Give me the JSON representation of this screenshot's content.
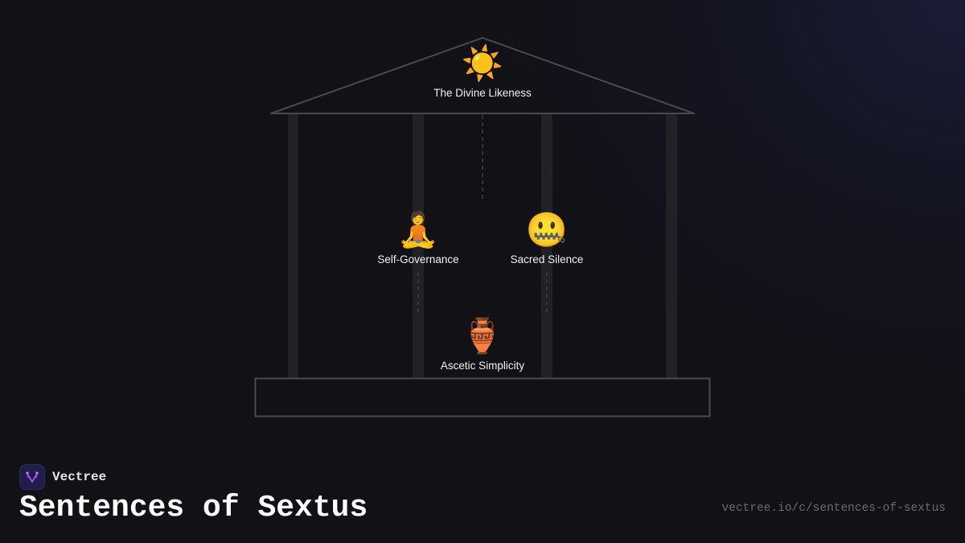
{
  "diagram": {
    "type": "temple",
    "colors": {
      "background": "#111116",
      "outline": "#4a4a4e",
      "column": "#222226",
      "dashed_connector": "#3c3c42",
      "label_text": "#f2f2f2"
    },
    "pediment": {
      "icon": "sun-icon",
      "emoji": "☀️",
      "label": "The Divine Likeness"
    },
    "pillars": [
      {
        "icon": "person-in-lotus-position-icon",
        "emoji": "🧘",
        "label": "Self-Governance"
      },
      {
        "icon": "zipper-mouth-face-icon",
        "emoji": "🤐",
        "label": "Sacred Silence"
      }
    ],
    "foundation": {
      "icon": "amphora-icon",
      "emoji": "🏺",
      "label": "Ascetic Simplicity"
    }
  },
  "brand": {
    "name": "Vectree",
    "logo_icon": "vectree-logo-icon",
    "logo_color": "#a855f7",
    "logo_bg": "#1f1d4a"
  },
  "footer": {
    "title": "Sentences of Sextus",
    "url": "vectree.io/c/sentences-of-sextus"
  }
}
